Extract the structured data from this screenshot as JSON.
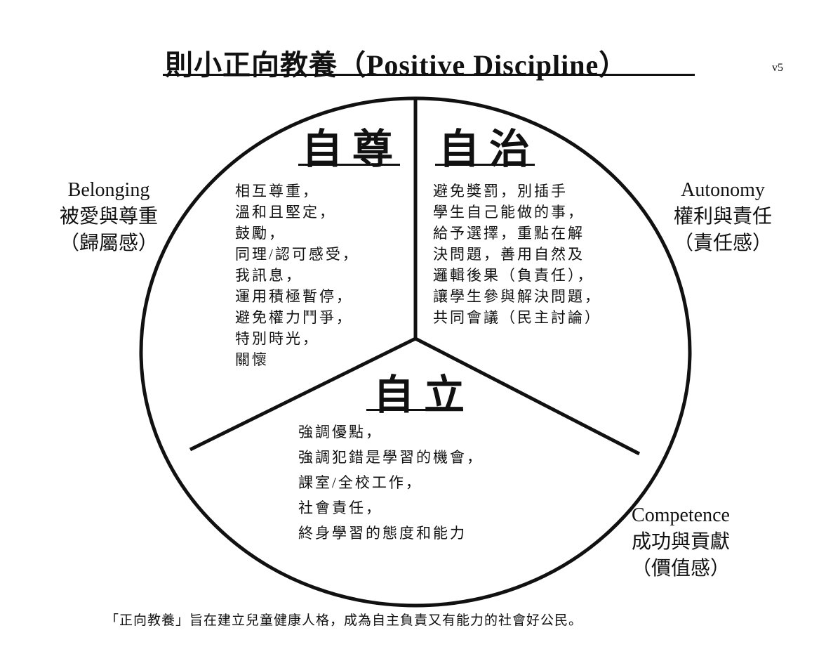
{
  "title": "則小正向教養（Positive Discipline）",
  "version": "v5",
  "sections": {
    "self_esteem": {
      "heading": "自尊",
      "items": [
        "相互尊重，",
        "溫和且堅定，",
        "鼓勵，",
        "同理/認可感受，",
        "我訊息，",
        "運用積極暫停，",
        "避免權力鬥爭，",
        "特別時光，",
        "關懷"
      ],
      "side_label": {
        "en": "Belonging",
        "zh": "被愛與尊重",
        "note": "（歸屬感）"
      }
    },
    "autonomy": {
      "heading": "自治",
      "items": [
        "避免獎罰，別插手",
        "學生自己能做的事，",
        "給予選擇，重點在解",
        "決問題，善用自然及",
        "邏輯後果（負責任），",
        "讓學生參與解決問題，",
        "共同會議（民主討論）"
      ],
      "side_label": {
        "en": "Autonomy",
        "zh": "權利與責任",
        "note": "（責任感）"
      }
    },
    "independence": {
      "heading": "自立",
      "items": [
        "強調優點，",
        "強調犯錯是學習的機會，",
        "課室/全校工作，",
        "社會責任，",
        "終身學習的態度和能力"
      ],
      "side_label": {
        "en": "Competence",
        "zh": "成功與貢獻",
        "note": "（價值感）"
      }
    }
  },
  "footer": "「正向教養」旨在建立兒童健康人格，成為自主負責又有能力的社會好公民。"
}
